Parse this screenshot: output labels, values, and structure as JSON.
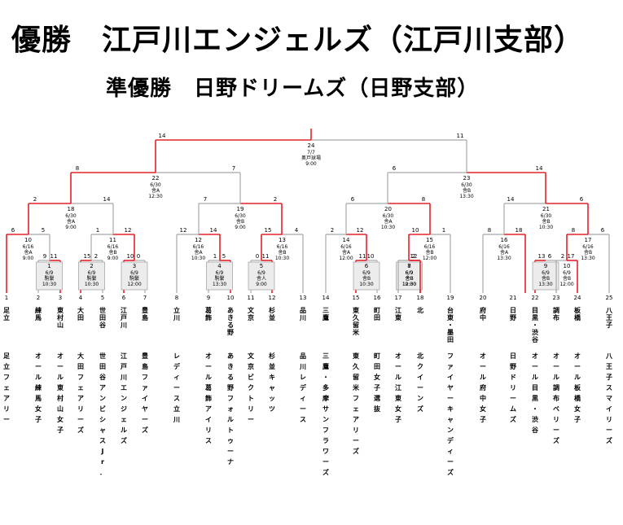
{
  "header": {
    "winner_line": "優勝　江戸川エンジェルズ（江戸川支部）",
    "runner_up_line": "準優勝　日野ドリームズ（日野支部）"
  },
  "colors": {
    "win_line": "#e8202a",
    "line": "#a8a8a8",
    "box_fill": "#ececec",
    "text": "#000000"
  },
  "teams": [
    {
      "no": "1",
      "branch": "足立",
      "name": "足立フェアリー"
    },
    {
      "no": "2",
      "branch": "練馬",
      "name": "オール練馬女子"
    },
    {
      "no": "3",
      "branch": "東村山",
      "name": "オール東村山女子"
    },
    {
      "no": "4",
      "branch": "大田",
      "name": "大田フェアリーズ"
    },
    {
      "no": "5",
      "branch": "世田谷",
      "name": "世田谷アンビシャスJr．"
    },
    {
      "no": "6",
      "branch": "江戸川",
      "name": "江戸川エンジェルズ"
    },
    {
      "no": "7",
      "branch": "豊島",
      "name": "豊島ファイヤーズ"
    },
    {
      "no": "8",
      "branch": "立川",
      "name": "レディース立川"
    },
    {
      "no": "9",
      "branch": "葛飾",
      "name": "オール葛飾アイリス"
    },
    {
      "no": "10",
      "branch": "あきる野",
      "name": "あきる野フォルトゥーナ"
    },
    {
      "no": "11",
      "branch": "文京",
      "name": "文京ビクトリー"
    },
    {
      "no": "12",
      "branch": "杉並",
      "name": "杉並キャッツ"
    },
    {
      "no": "13",
      "branch": "品川",
      "name": "品川レディース"
    },
    {
      "no": "14",
      "branch": "三鷹",
      "name": "三鷹・多摩サンフラワーズ"
    },
    {
      "no": "15",
      "branch": "東久留米",
      "name": "東久留米フェアリーズ"
    },
    {
      "no": "16",
      "branch": "町田",
      "name": "町田女子選抜"
    },
    {
      "no": "17",
      "branch": "江東",
      "name": "オール江東女子"
    },
    {
      "no": "18",
      "branch": "北",
      "name": "北クイーンズ"
    },
    {
      "no": "19",
      "branch": "台東・墨田",
      "name": "ファイヤーキャンディーズ"
    },
    {
      "no": "20",
      "branch": "府中",
      "name": "オール府中女子"
    },
    {
      "no": "21",
      "branch": "日野",
      "name": "日野ドリームズ"
    },
    {
      "no": "22",
      "branch": "目黒・渋谷",
      "name": "オール目黒・渋谷"
    },
    {
      "no": "23",
      "branch": "調布",
      "name": "オール調布ベリーズ"
    },
    {
      "no": "24",
      "branch": "板橋",
      "name": "オール板橋女子"
    },
    {
      "no": "25",
      "branch": "八王子",
      "name": "八王子スマイリーズ"
    }
  ],
  "matches": [
    {
      "no": "1",
      "date": "6/9",
      "venue": "駒繋",
      "time": "10:30",
      "ls": "9",
      "rs": "11"
    },
    {
      "no": "2",
      "date": "6/9",
      "venue": "駒繋",
      "time": "10:30",
      "ls": "15",
      "rs": "2"
    },
    {
      "no": "3",
      "date": "6/9",
      "venue": "駒繋",
      "time": "12:00",
      "ls": "10",
      "rs": "0"
    },
    {
      "no": "4",
      "date": "6/9",
      "venue": "駒繋",
      "time": "13:30",
      "ls": "1",
      "rs": "5"
    },
    {
      "no": "5",
      "date": "6/9",
      "venue": "舎人",
      "time": "9:00",
      "ls": "0",
      "rs": "11"
    },
    {
      "no": "6",
      "date": "6/9",
      "venue": "舎B",
      "time": "10:30",
      "ls": "11",
      "rs": "10"
    },
    {
      "no": "7",
      "date": "6/9",
      "venue": "舎B",
      "time": "10:30",
      "ls": "",
      "rs": "2"
    },
    {
      "no": "8",
      "date": "6/9",
      "venue": "舎B",
      "time": "12:00",
      "ls": "",
      "rs": "12"
    },
    {
      "no": "9",
      "date": "6/9",
      "venue": "舎B",
      "time": "13:30",
      "ls": "13",
      "rs": "6"
    },
    {
      "no": "10",
      "date": "6/9",
      "venue": "舎B",
      "time": "12:00",
      "ls": "2",
      "rs": "17"
    },
    {
      "no": "10",
      "date": "6/16",
      "venue": "舎A",
      "time": "9:00",
      "ls": "6",
      "rs": "5"
    },
    {
      "no": "11",
      "date": "6/16",
      "venue": "舎B",
      "time": "9:00",
      "ls": "1",
      "rs": "12"
    },
    {
      "no": "12",
      "date": "6/16",
      "venue": "舎A",
      "time": "10:30",
      "ls": "12",
      "rs": "14"
    },
    {
      "no": "13",
      "date": "6/16",
      "venue": "舎B",
      "time": "10:30",
      "ls": "15",
      "rs": "4"
    },
    {
      "no": "14",
      "date": "6/16",
      "venue": "舎A",
      "time": "12:00",
      "ls": "2",
      "rs": "12"
    },
    {
      "no": "15",
      "date": "6/16",
      "venue": "舎B",
      "time": "12:00",
      "ls": "10",
      "rs": "1"
    },
    {
      "no": "16",
      "date": "6/16",
      "venue": "舎A",
      "time": "13:30",
      "ls": "8",
      "rs": "18"
    },
    {
      "no": "17",
      "date": "6/16",
      "venue": "舎B",
      "time": "13:30",
      "ls": "8",
      "rs": "6"
    },
    {
      "no": "18",
      "date": "6/30",
      "venue": "舎A",
      "time": "9:00",
      "ls": "2",
      "rs": "14"
    },
    {
      "no": "19",
      "date": "6/30",
      "venue": "舎B",
      "time": "9:00",
      "ls": "7",
      "rs": "2"
    },
    {
      "no": "20",
      "date": "6/30",
      "venue": "舎A",
      "time": "10:30",
      "ls": "6",
      "rs": "8"
    },
    {
      "no": "21",
      "date": "6/30",
      "venue": "舎B",
      "time": "10:30",
      "ls": "14",
      "rs": "6"
    },
    {
      "no": "22",
      "date": "6/30",
      "venue": "舎A",
      "time": "12:30",
      "ls": "8",
      "rs": "7"
    },
    {
      "no": "23",
      "date": "6/30",
      "venue": "舎B",
      "time": "13:30",
      "ls": "6",
      "rs": "14"
    },
    {
      "no": "24",
      "date": "7/7",
      "venue": "奥戸球場",
      "time": "9:00",
      "ls": "14",
      "rs": "11"
    }
  ]
}
